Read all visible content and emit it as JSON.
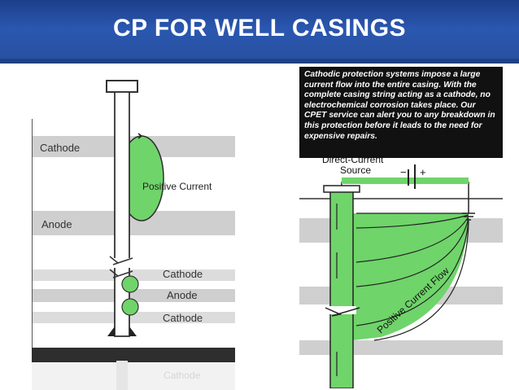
{
  "slide": {
    "title": "CP FOR WELL CASINGS",
    "colors": {
      "header": "#2a57b0",
      "current_fill": "#6fd46a",
      "band_fill": "#cfcfcf",
      "text": "#222222"
    }
  },
  "left_diagram": {
    "labels": {
      "cathode_top": "Cathode",
      "positive_current": "Positive Current",
      "anode_top": "Anode",
      "cathode_mid": "Cathode",
      "anode_low": "Anode",
      "cathode_low": "Cathode",
      "cathode_reflection": "Cathode"
    }
  },
  "right_diagram": {
    "caption": "Cathodic protection systems impose a large current flow into the entire casing. With the complete casing string acting as a cathode, no electrochemical corrosion takes place. Our CPET service can alert you to any breakdown in this protection before it leads to the need for expensive repairs.",
    "labels": {
      "source_line1": "Direct-Current",
      "source_line2": "Source",
      "minus": "−",
      "plus": "+",
      "flow": "Positive Current Flow"
    }
  }
}
